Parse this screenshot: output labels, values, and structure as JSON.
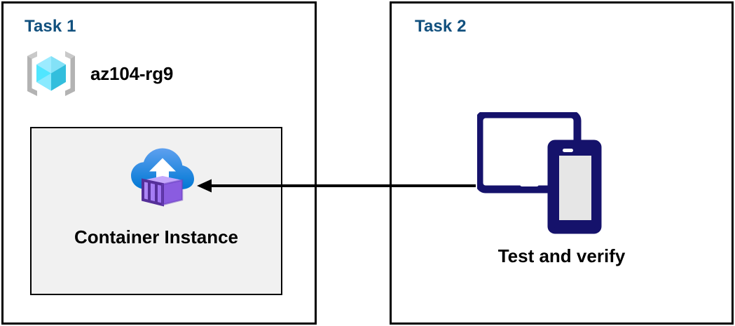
{
  "diagram": {
    "title": "Azure container instance task diagram",
    "background": "#ffffff",
    "panels": [
      {
        "id": "task1",
        "title": "Task 1",
        "title_color": "#11507e",
        "resource_group": {
          "icon": "azure-resource-group-icon",
          "label": "az104-rg9"
        },
        "resource": {
          "icon": "azure-container-instance-icon",
          "label": "Container Instance",
          "box_fill": "#f1f1f1",
          "box_border": "#000000"
        }
      },
      {
        "id": "task2",
        "title": "Task 2",
        "title_color": "#11507e",
        "device": {
          "icon": "tablet-and-phone-icon",
          "label": "Test and verify",
          "color": "#15126b"
        }
      }
    ],
    "connector": {
      "name": "arrow-task2-to-container-instance",
      "direction": "right-to-left",
      "color": "#000000",
      "label": ""
    },
    "colors": {
      "title_blue": "#11507e",
      "navy": "#15126b",
      "cube_cyan": "#50e6ff",
      "cube_cyan_dark": "#32bedd",
      "bracket_gray": "#b3b3b3",
      "cloud_blue_top": "#5ea0ef",
      "cloud_blue_bottom": "#0078d4",
      "container_purple": "#a67af4",
      "container_purple_dark": "#552f99",
      "box_gray": "#f1f1f1",
      "screen_gray": "#e6e6e6"
    }
  }
}
